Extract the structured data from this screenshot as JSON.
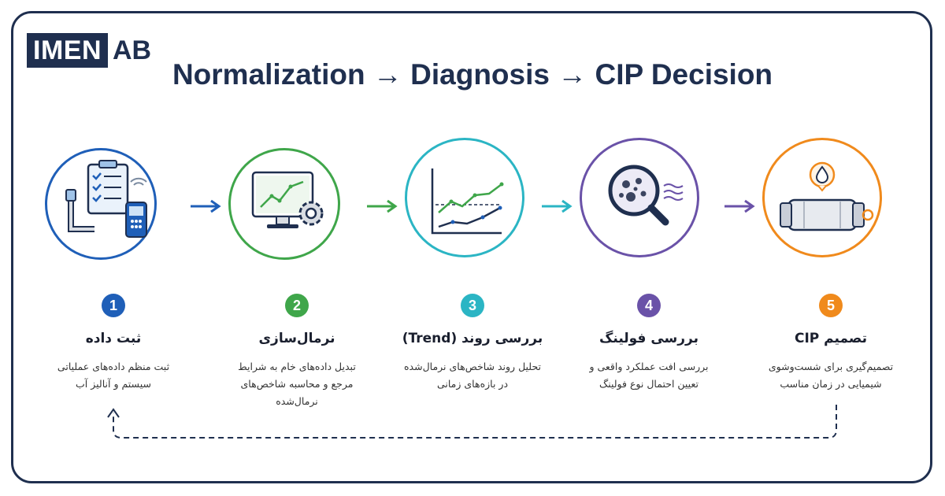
{
  "logo": {
    "part1": "IMEN",
    "part2": "AB"
  },
  "title": "Normalization → Diagnosis → CIP Decision",
  "steps": [
    {
      "number": "1",
      "title": "ثبت داده",
      "desc_line1": "ثبت منظم داده‌های عملیاتی",
      "desc_line2": "سیستم و آنالیز آب",
      "desc_line3": "",
      "color": "#1f5fb8",
      "icon": "data-logging-icon"
    },
    {
      "number": "2",
      "title": "نرمال‌سازی",
      "desc_line1": "تبدیل داده‌های خام به شرایط",
      "desc_line2": "مرجع و محاسبه شاخص‌های",
      "desc_line3": "نرمال‌شده",
      "color": "#3fa64a",
      "icon": "monitor-gear-icon"
    },
    {
      "number": "3",
      "title": "بررسی روند (Trend)",
      "desc_line1": "تحلیل روند شاخص‌های نرمال‌شده",
      "desc_line2": "در بازه‌های زمانی",
      "desc_line3": "",
      "color": "#2bb5c4",
      "icon": "trend-chart-icon"
    },
    {
      "number": "4",
      "title": "بررسی فولینگ",
      "desc_line1": "بررسی افت عملکرد واقعی و",
      "desc_line2": "تعیین احتمال نوع فولینگ",
      "desc_line3": "",
      "color": "#6a52a8",
      "icon": "magnifier-icon"
    },
    {
      "number": "5",
      "title": "تصمیم CIP",
      "desc_line1": "تصمیم‌گیری برای شست‌وشوی",
      "desc_line2": "شیمیایی در زمان مناسب",
      "desc_line3": "",
      "color": "#f08a1c",
      "icon": "membrane-droplet-icon"
    }
  ]
}
